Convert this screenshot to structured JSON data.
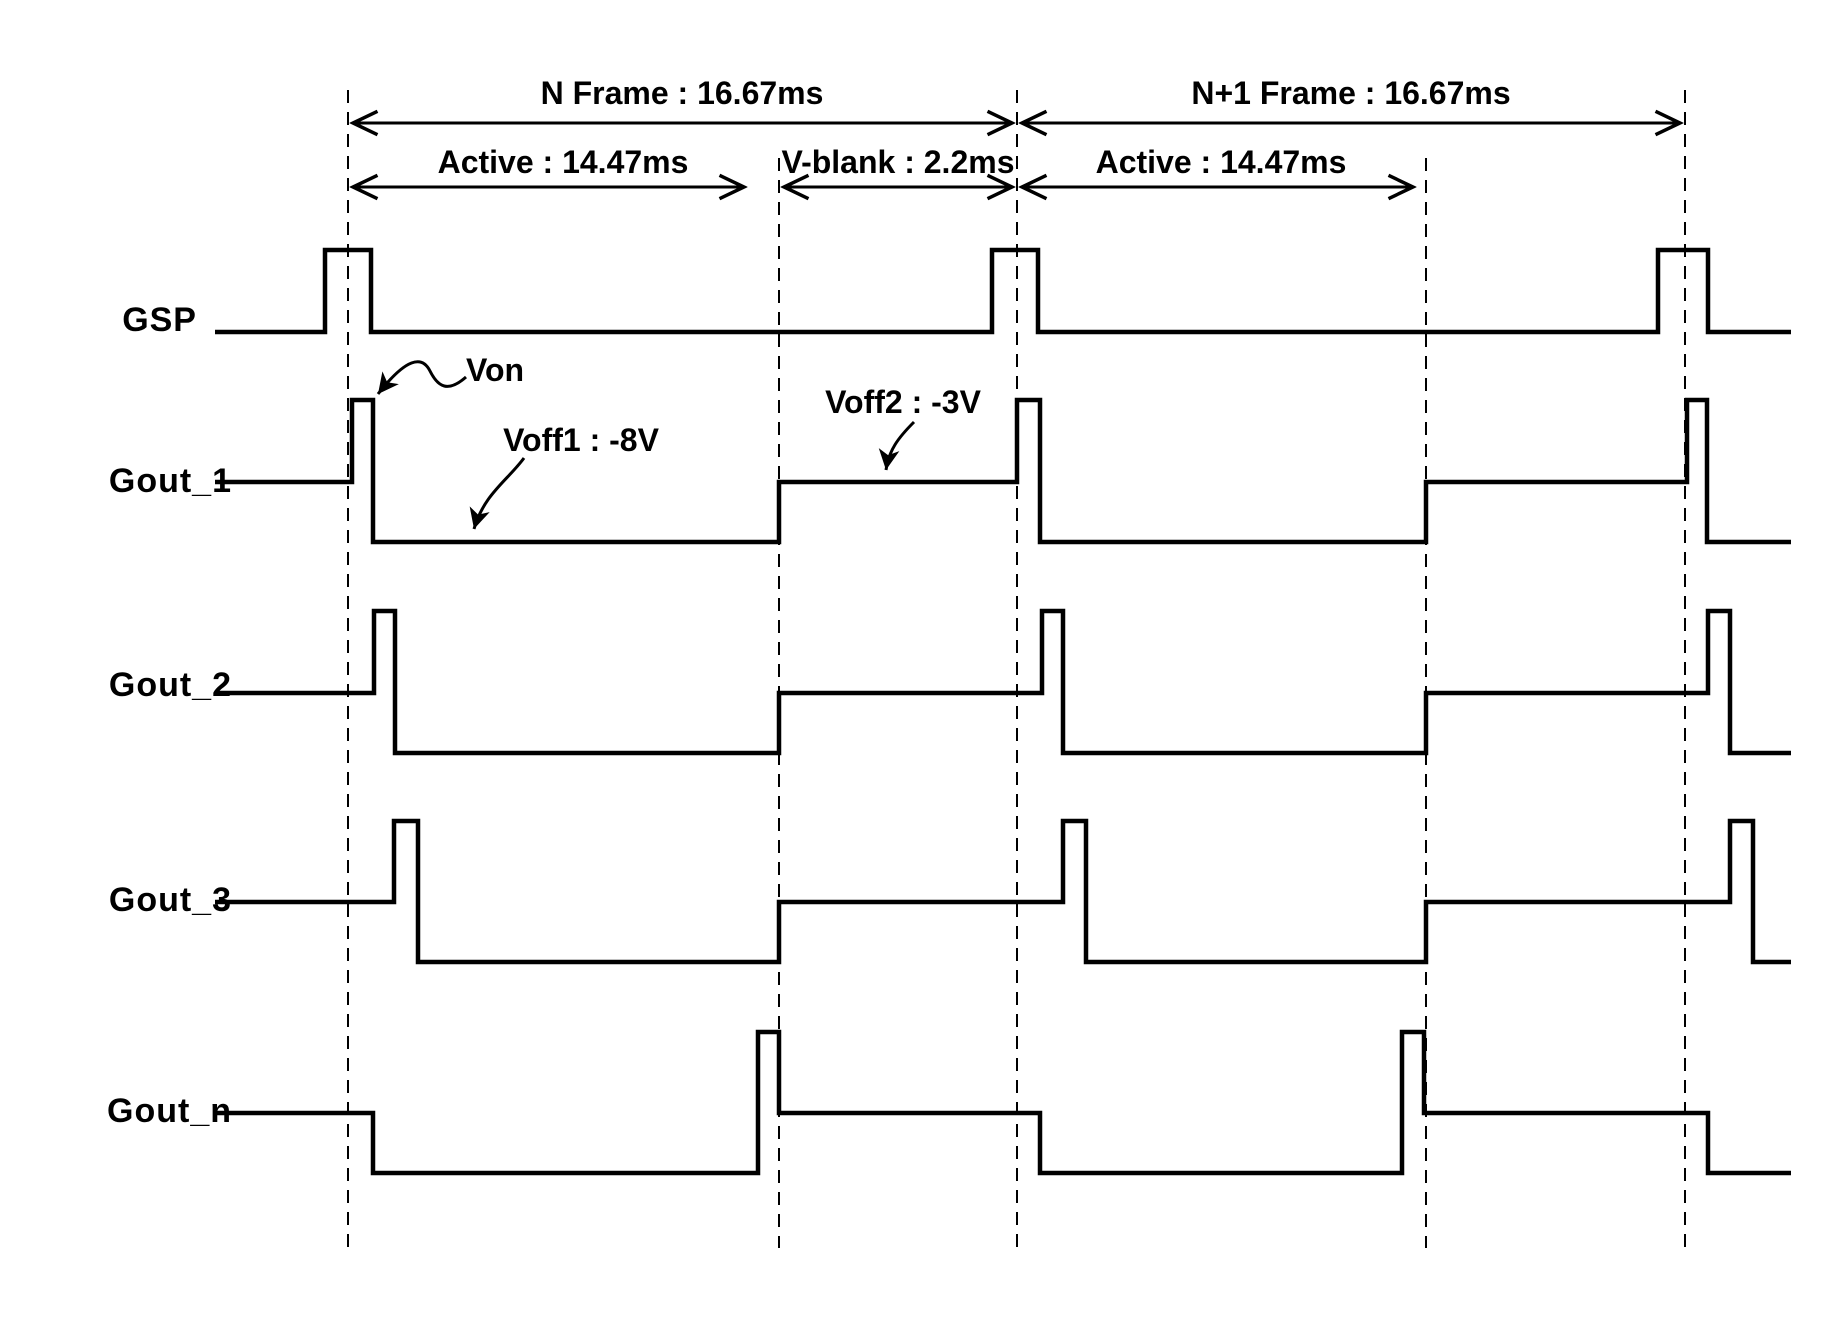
{
  "diagram": {
    "type": "gate-driver-timing-diagram",
    "background": "#ffffff",
    "line_color": "#000000"
  },
  "header": {
    "frame_n": "N Frame : 16.67ms",
    "frame_n1": "N+1 Frame : 16.67ms",
    "active_n": "Active : 14.47ms",
    "vblank": "V-blank : 2.2ms",
    "active_n1": "Active : 14.47ms"
  },
  "timing": {
    "frame_ms": 16.67,
    "active_ms": 14.47,
    "vblank_ms": 2.2
  },
  "signals": [
    {
      "label": "GSP"
    },
    {
      "label": "Gout_1"
    },
    {
      "label": "Gout_2"
    },
    {
      "label": "Gout_3"
    },
    {
      "label": "Gout_n"
    }
  ],
  "annotations": {
    "von": "Von",
    "voff1": "Voff1 : -8V",
    "voff2": "Voff2 : -3V"
  },
  "levels": {
    "von": "Von",
    "voff1_voltage": "-8V",
    "voff2_voltage": "-3V"
  }
}
